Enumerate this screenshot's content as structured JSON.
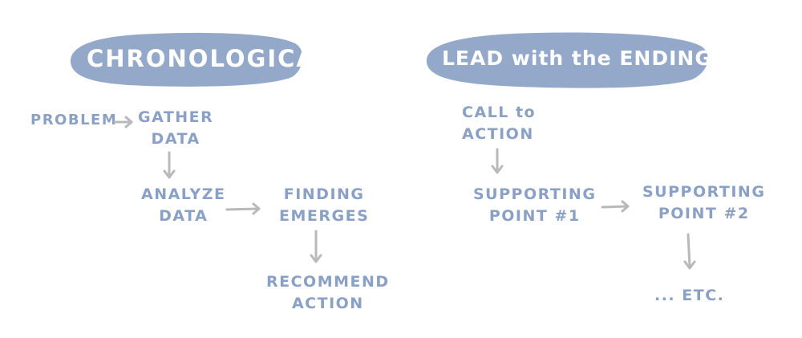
{
  "colors": {
    "blob": "#94a8c9",
    "text": "#8aa0c4",
    "arrow": "#b9b9b9",
    "title_text": "#ffffff"
  },
  "left_flow": {
    "title": "CHRONOLOGICAL",
    "nodes": {
      "problem": "PROBLEM",
      "gather_1": "GATHER",
      "gather_2": "DATA",
      "analyze_1": "ANALYZE",
      "analyze_2": "DATA",
      "finding_1": "FINDING",
      "finding_2": "EMERGES",
      "recommend_1": "RECOMMEND",
      "recommend_2": "ACTION"
    }
  },
  "right_flow": {
    "title": "LEAD with the ENDING",
    "nodes": {
      "call_1": "CALL to",
      "call_2": "ACTION",
      "support1_1": "SUPPORTING",
      "support1_2": "POINT #1",
      "support2_1": "SUPPORTING",
      "support2_2": "POINT #2",
      "etc": "... ETC."
    }
  }
}
